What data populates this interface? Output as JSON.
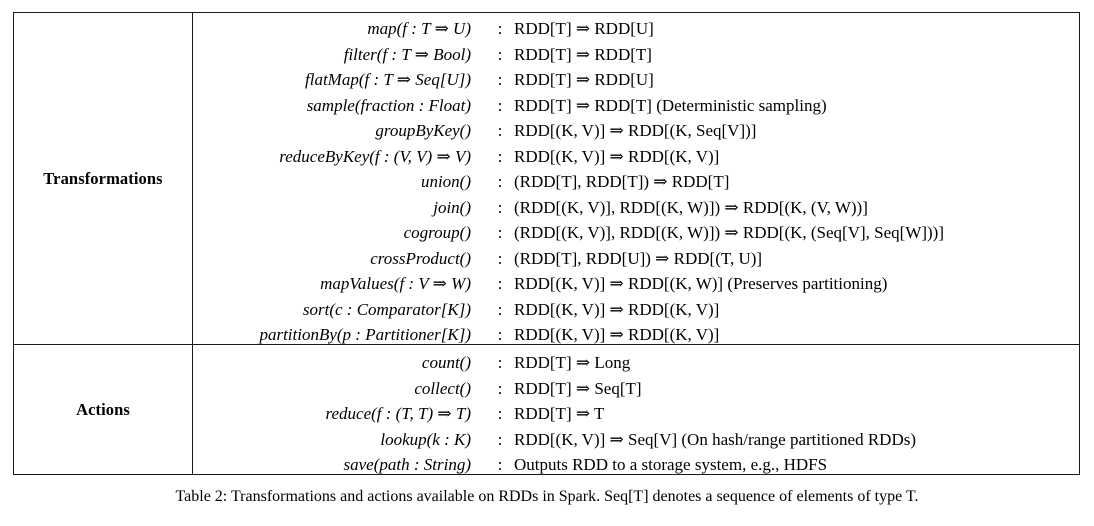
{
  "table": {
    "sections": [
      {
        "label": "Transformations",
        "rows": [
          {
            "signature": "map(f : T ⇒ U)",
            "colon": ":",
            "type": "RDD[T] ⇒ RDD[U]"
          },
          {
            "signature": "filter(f : T ⇒ Bool)",
            "colon": ":",
            "type": "RDD[T] ⇒ RDD[T]"
          },
          {
            "signature": "flatMap(f : T ⇒ Seq[U])",
            "colon": ":",
            "type": "RDD[T] ⇒ RDD[U]"
          },
          {
            "signature": "sample(fraction : Float)",
            "colon": ":",
            "type": "RDD[T] ⇒ RDD[T]  (Deterministic sampling)"
          },
          {
            "signature": "groupByKey()",
            "colon": ":",
            "type": "RDD[(K, V)] ⇒ RDD[(K, Seq[V])]"
          },
          {
            "signature": "reduceByKey(f : (V, V) ⇒ V)",
            "colon": ":",
            "type": "RDD[(K, V)] ⇒ RDD[(K, V)]"
          },
          {
            "signature": "union()",
            "colon": ":",
            "type": "(RDD[T], RDD[T]) ⇒ RDD[T]"
          },
          {
            "signature": "join()",
            "colon": ":",
            "type": "(RDD[(K, V)], RDD[(K, W)]) ⇒ RDD[(K, (V, W))]"
          },
          {
            "signature": "cogroup()",
            "colon": ":",
            "type": "(RDD[(K, V)], RDD[(K, W)]) ⇒ RDD[(K, (Seq[V], Seq[W]))]"
          },
          {
            "signature": "crossProduct()",
            "colon": ":",
            "type": "(RDD[T], RDD[U]) ⇒ RDD[(T, U)]"
          },
          {
            "signature": "mapValues(f : V ⇒ W)",
            "colon": ":",
            "type": "RDD[(K, V)] ⇒ RDD[(K, W)]  (Preserves partitioning)"
          },
          {
            "signature": "sort(c : Comparator[K])",
            "colon": ":",
            "type": "RDD[(K, V)] ⇒ RDD[(K, V)]"
          },
          {
            "signature": "partitionBy(p : Partitioner[K])",
            "colon": ":",
            "type": "RDD[(K, V)] ⇒ RDD[(K, V)]"
          }
        ]
      },
      {
        "label": "Actions",
        "rows": [
          {
            "signature": "count()",
            "colon": ":",
            "type": "RDD[T] ⇒ Long"
          },
          {
            "signature": "collect()",
            "colon": ":",
            "type": "RDD[T] ⇒ Seq[T]"
          },
          {
            "signature": "reduce(f : (T, T) ⇒ T)",
            "colon": ":",
            "type": "RDD[T] ⇒ T"
          },
          {
            "signature": "lookup(k : K)",
            "colon": ":",
            "type": "RDD[(K, V)] ⇒ Seq[V]  (On hash/range partitioned RDDs)"
          },
          {
            "signature": "save(path : String)",
            "colon": ":",
            "type": "Outputs RDD to a storage system, e.g., HDFS"
          }
        ]
      }
    ]
  },
  "caption": "Table 2: Transformations and actions available on RDDs in Spark. Seq[T] denotes a sequence of elements of type T."
}
